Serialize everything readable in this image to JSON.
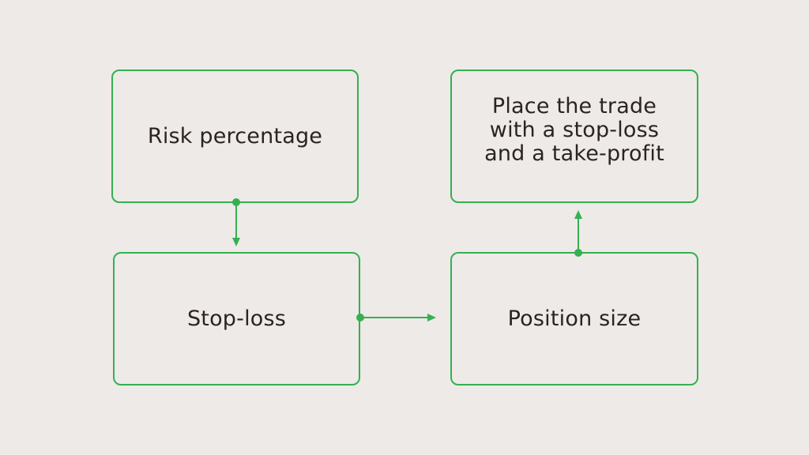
{
  "diagram": {
    "background_color": "#EEEAE7",
    "accent_color": "#35B050",
    "text_color": "#2B2323",
    "nodes": {
      "risk_percentage": "Risk percentage",
      "stop_loss": "Stop-loss",
      "position_size": "Position size",
      "place_trade": "Place the trade\nwith a stop-loss\nand a take-profit"
    },
    "edges": [
      {
        "from": "risk_percentage",
        "to": "stop_loss"
      },
      {
        "from": "stop_loss",
        "to": "position_size"
      },
      {
        "from": "position_size",
        "to": "place_trade"
      }
    ]
  }
}
